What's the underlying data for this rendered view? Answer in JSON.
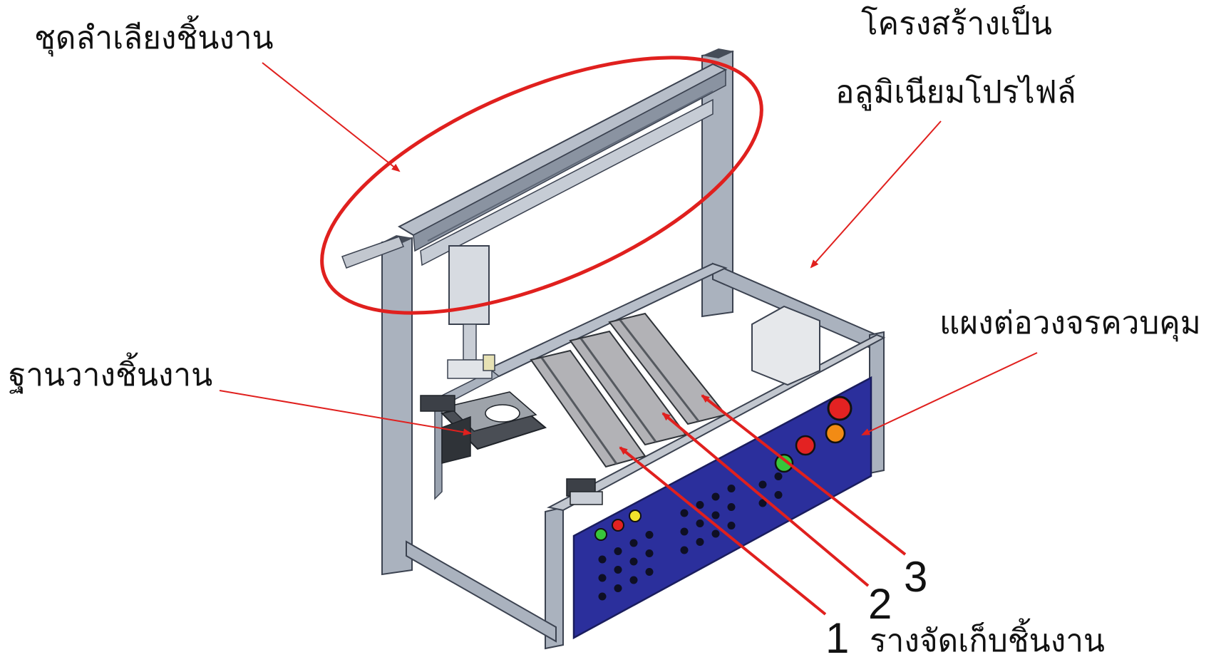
{
  "labels": {
    "feeder": "ชุดลำเลียงชิ้นงาน",
    "frame_line1": "โครงสร้างเป็น",
    "frame_line2": "อลูมิเนียมโปรไฟล์",
    "control_panel": "แผงต่อวงจรควบคุม",
    "workpiece_base": "ฐานวางชิ้นงาน",
    "storage_rails": "รางจัดเก็บชิ้นงาน"
  },
  "rail_numbers": [
    "1",
    "2",
    "3"
  ],
  "colors": {
    "annotation": "#e0201e",
    "frame": "#9aa3b0",
    "frame_dark": "#5f6877",
    "panel": "#2b2f9c",
    "rail": "#a9a9ad",
    "button_red": "#e32222",
    "button_green": "#38c63a",
    "button_yellow": "#f2e22c",
    "button_orange": "#f28b14"
  }
}
